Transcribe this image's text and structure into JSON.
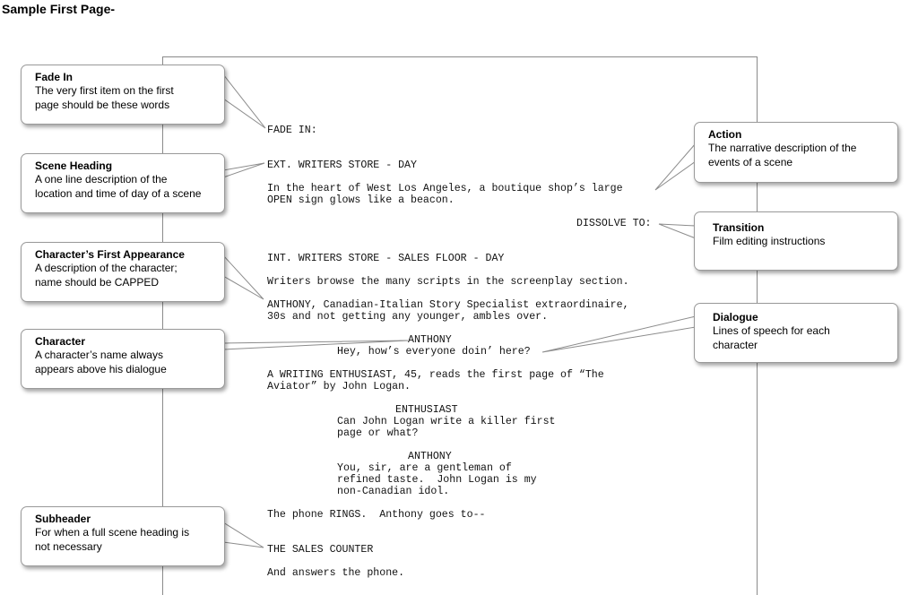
{
  "page_title": "Sample First Page-",
  "script_lines": {
    "fade_in": "FADE IN:",
    "ext_heading": "EXT. WRITERS STORE - DAY",
    "action1_l1": "In the heart of West Los Angeles, a boutique shop’s large",
    "action1_l2": "OPEN sign glows like a beacon.",
    "dissolve": "DISSOLVE TO:",
    "int_heading": "INT. WRITERS STORE - SALES FLOOR - DAY",
    "action2": "Writers browse the many scripts in the screenplay section.",
    "anthony_intro_l1": "ANTHONY, Canadian-Italian Story Specialist extraordinaire,",
    "anthony_intro_l2": "30s and not getting any younger, ambles over.",
    "char_anthony_1": "ANTHONY",
    "dialogue_anthony_1": "Hey, how’s everyone doin’ here?",
    "enthusiast_intro_l1": "A WRITING ENTHUSIAST, 45, reads the first page of “The",
    "enthusiast_intro_l2": "Aviator” by John Logan.",
    "char_enthusiast": "ENTHUSIAST",
    "dialogue_enthusiast_l1": "Can John Logan write a killer first",
    "dialogue_enthusiast_l2": "page or what?",
    "char_anthony_2": "ANTHONY",
    "dialogue_anthony_2_l1": "You, sir, are a gentleman of",
    "dialogue_anthony_2_l2": "refined taste.  John Logan is my",
    "dialogue_anthony_2_l3": "non-Canadian idol.",
    "phone_rings": "The phone RINGS.  Anthony goes to--",
    "subheader": "THE SALES COUNTER",
    "answers": "And answers the phone."
  },
  "callouts": {
    "fade_in": {
      "title": "Fade In",
      "description": "The very first item on the first\npage should be these words"
    },
    "scene_heading": {
      "title": "Scene Heading",
      "description": "A one line description of the\nlocation and time of day of a scene"
    },
    "first_appearance": {
      "title": "Character’s First Appearance",
      "description": "A description of the character;\nname should be CAPPED"
    },
    "character": {
      "title": "Character",
      "description": "A character’s name always\nappears above his dialogue"
    },
    "subheader": {
      "title": "Subheader",
      "description": "For when a full scene heading is\nnot necessary"
    },
    "action": {
      "title": "Action",
      "description": "The narrative description of the\nevents of a scene"
    },
    "transition": {
      "title": "Transition",
      "description": "Film editing instructions"
    },
    "dialogue": {
      "title": "Dialogue",
      "description": "Lines of speech for each\ncharacter"
    }
  }
}
